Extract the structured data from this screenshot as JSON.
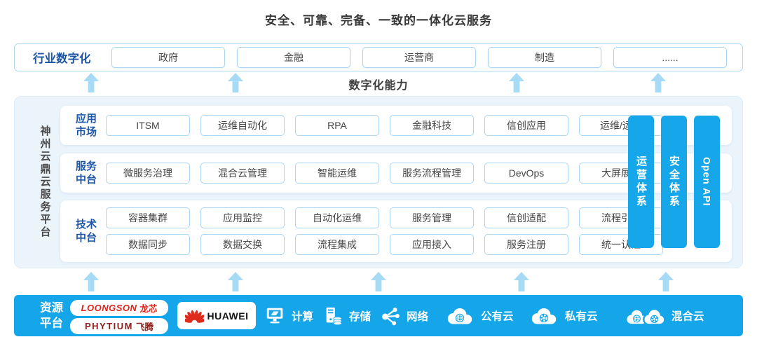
{
  "title": "安全、可靠、完备、一致的一体化云服务",
  "industry_row": {
    "label": "行业数字化",
    "items": [
      "政府",
      "金融",
      "运营商",
      "制造",
      "......"
    ]
  },
  "digital_capability_label": "数字化能力",
  "platform": {
    "name": "神州云鼎云服务平台",
    "rows": [
      {
        "label": "应用市场",
        "lines": [
          [
            "ITSM",
            "运维自动化",
            "RPA",
            "金融科技",
            "信创应用",
            "运维/运营"
          ]
        ]
      },
      {
        "label": "服务中台",
        "lines": [
          [
            "微服务治理",
            "混合云管理",
            "智能运维",
            "服务流程管理",
            "DevOps",
            "大屏展示"
          ]
        ]
      },
      {
        "label": "技术中台",
        "lines": [
          [
            "容器集群",
            "应用监控",
            "自动化运维",
            "服务管理",
            "信创适配",
            "流程引擎"
          ],
          [
            "数据同步",
            "数据交换",
            "流程集成",
            "应用接入",
            "服务注册",
            "统一认证"
          ]
        ]
      }
    ],
    "side_bars": [
      "运营体系",
      "安全体系",
      "Open API"
    ]
  },
  "resource_platform": {
    "label": "资源平台",
    "vendors": {
      "loongson_en": "LOONGSON",
      "loongson_cn": "龙芯",
      "phytium_en": "PHYTIUM",
      "phytium_cn": "飞腾",
      "huawei": "HUAWEI"
    },
    "items": [
      {
        "icon": "compute-icon",
        "label": "计算"
      },
      {
        "icon": "storage-icon",
        "label": "存储"
      },
      {
        "icon": "network-icon",
        "label": "网络"
      },
      {
        "icon": "public-cloud-icon",
        "label": "公有云"
      },
      {
        "icon": "private-cloud-icon",
        "label": "私有云"
      },
      {
        "icon": "hybrid-cloud-icon",
        "label": "混合云"
      }
    ]
  },
  "colors": {
    "accent_blue": "#15A7E9",
    "strip_blue": "#14A6E8",
    "arrow_blue": "#A7DAF5",
    "box_border_blue": "#A9D5F0",
    "panel_bg": "#EBF4FB",
    "dark_blue_text": "#1F57A8",
    "dark_text": "#3C3C3C",
    "loongson_red": "#E2231A",
    "phytium_red": "#8F221E",
    "huawei_red": "#DF2B1E"
  }
}
